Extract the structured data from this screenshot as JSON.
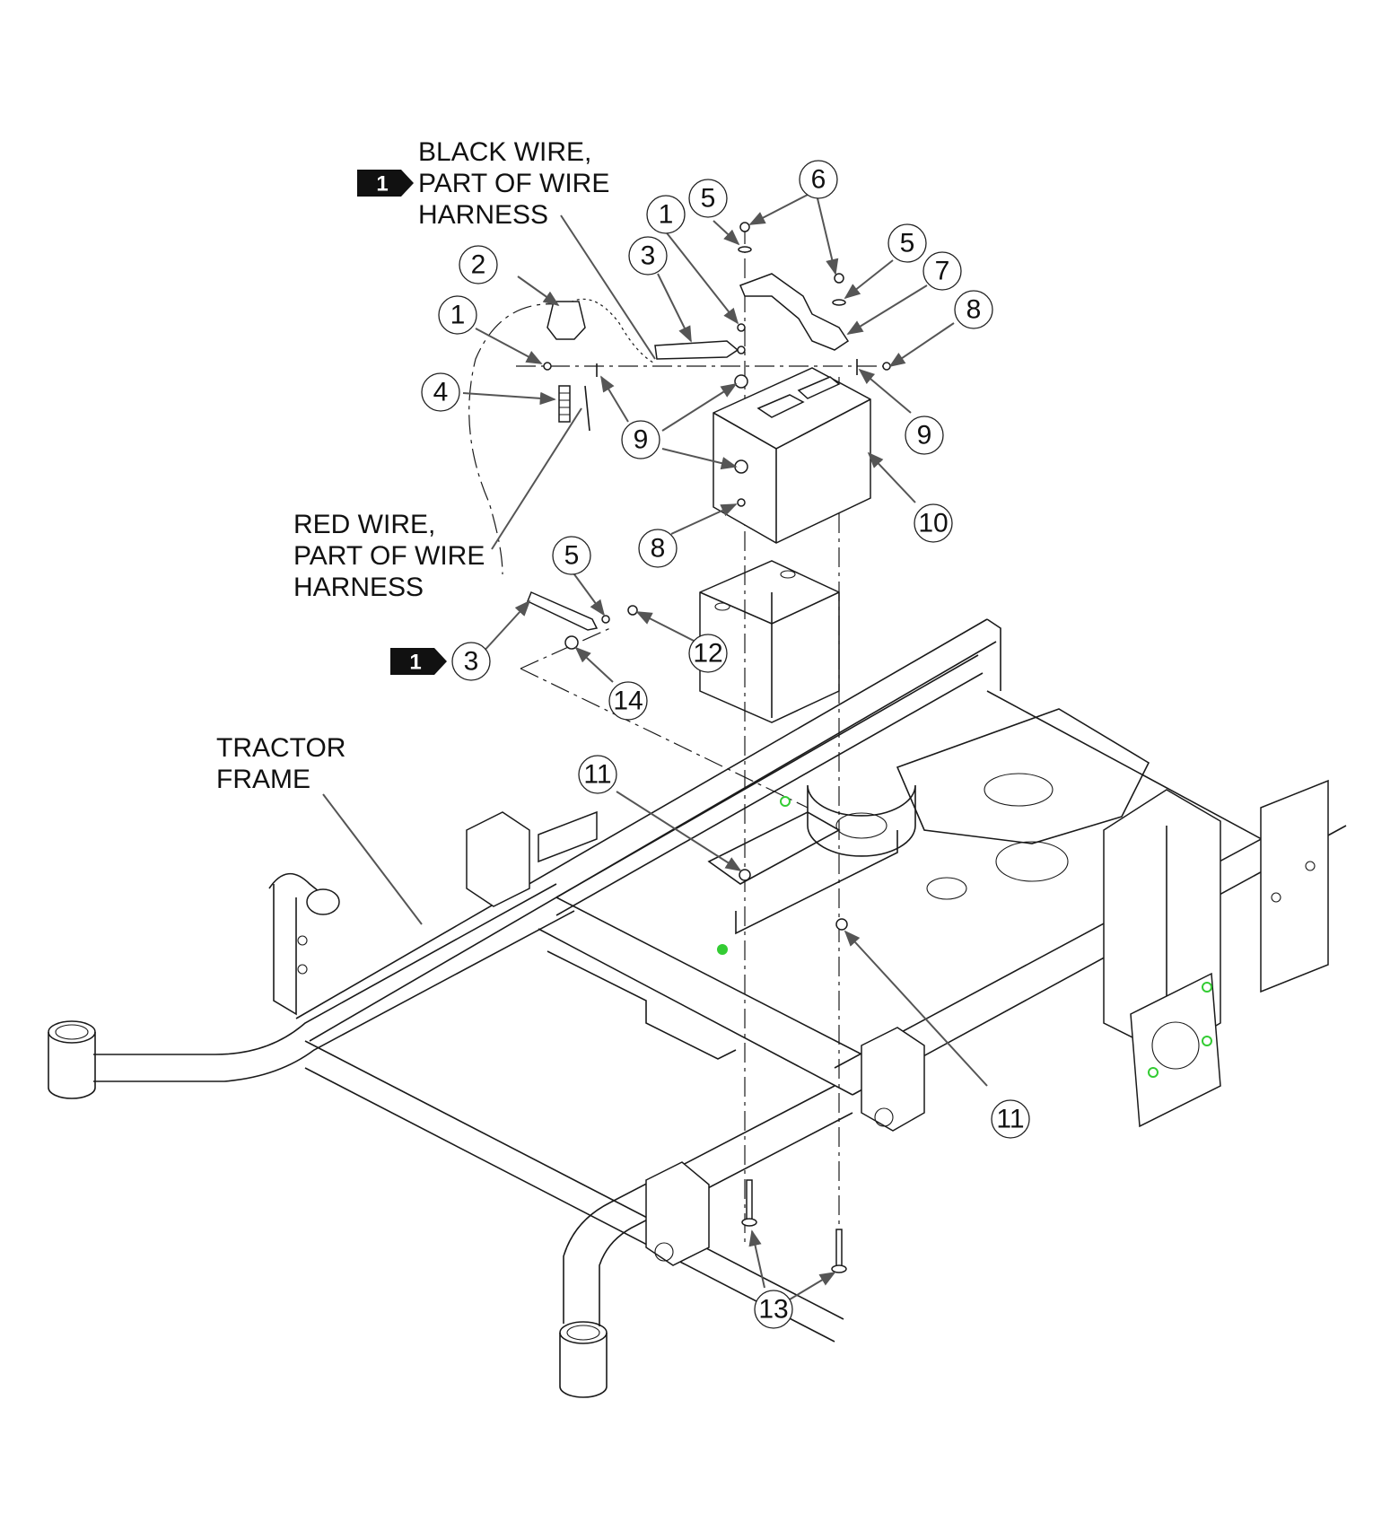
{
  "diagram": {
    "labels": {
      "black_wire": "BLACK WIRE,\nPART OF WIRE\nHARNESS",
      "red_wire": "RED WIRE,\nPART OF WIRE\nHARNESS",
      "tractor_frame": "TRACTOR\nFRAME"
    },
    "note_tag": "1",
    "callouts": [
      "1",
      "2",
      "1",
      "3",
      "4",
      "5",
      "6",
      "5",
      "7",
      "8",
      "9",
      "9",
      "10",
      "8",
      "5",
      "12",
      "3",
      "14",
      "11",
      "11",
      "13"
    ],
    "colors": {
      "ink": "#1a1a1a",
      "leader": "#555555",
      "tag_bg": "#111111",
      "highlight": "#33cc33"
    }
  }
}
